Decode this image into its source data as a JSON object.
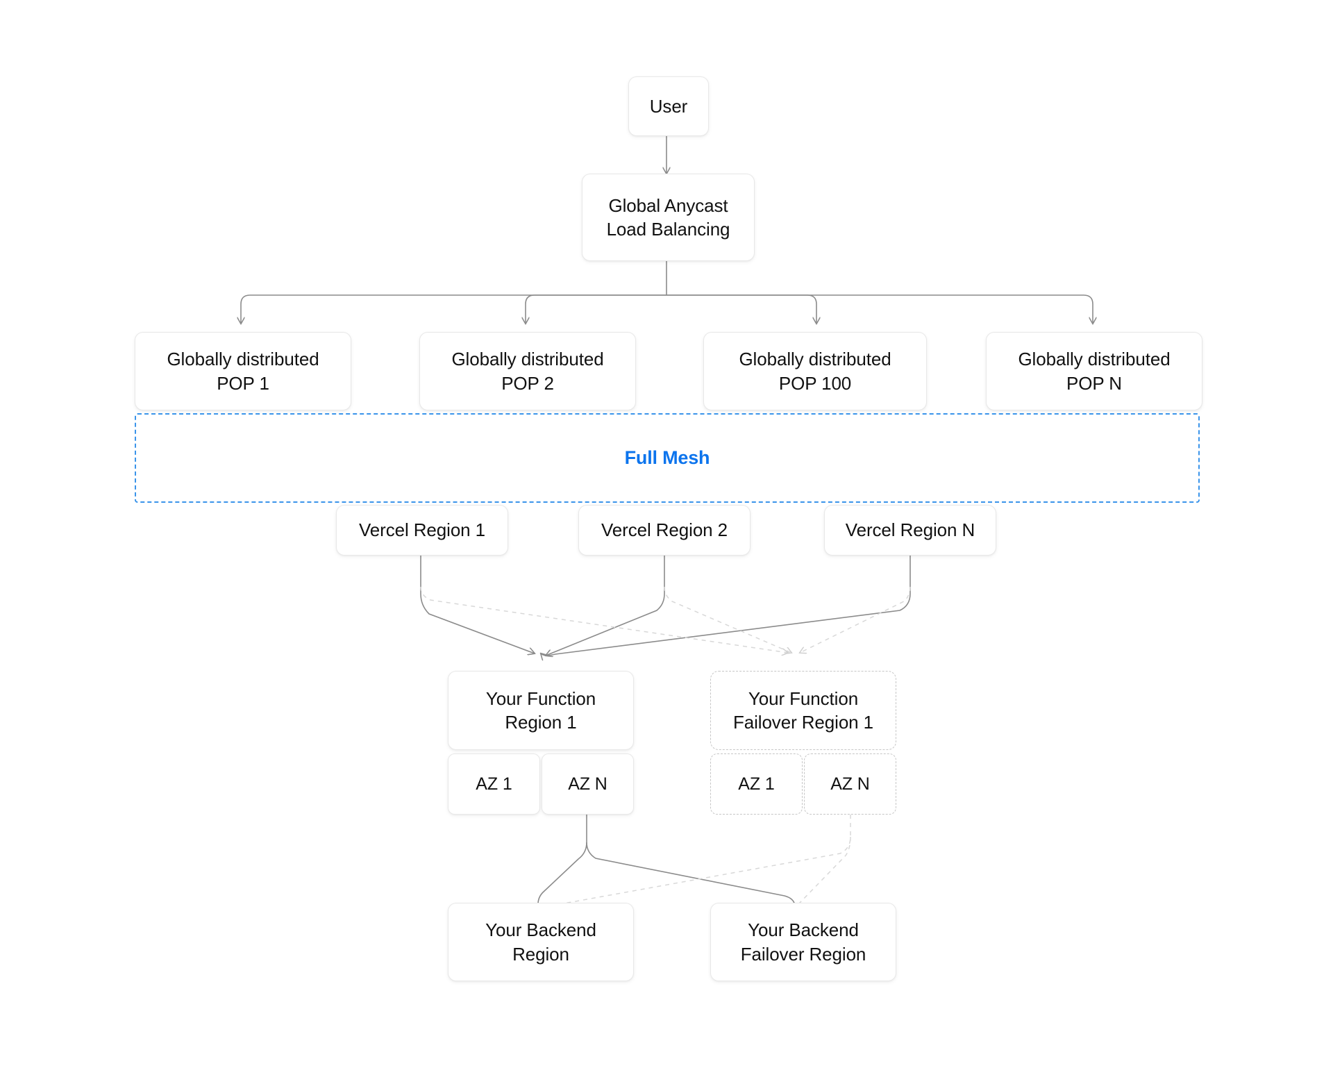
{
  "diagram": {
    "title": "Vercel global request routing and failover architecture",
    "background_color": "#ffffff",
    "node_border_color": "#e8e8e8",
    "dashed_node_border_color": "#c6c6c6",
    "edge_color": "#8b8b8b",
    "dashed_edge_color": "#d8d8d8",
    "accent_color": "#0c74ed",
    "mesh_border_color": "#3a94ea"
  },
  "nodes": {
    "user": {
      "label": "User"
    },
    "anycast": {
      "label": "Global Anycast\nLoad Balancing"
    },
    "pop1": {
      "label": "Globally distributed\nPOP 1"
    },
    "pop2": {
      "label": "Globally distributed\nPOP 2"
    },
    "pop100": {
      "label": "Globally distributed\nPOP 100"
    },
    "popn": {
      "label": "Globally distributed\nPOP N"
    },
    "mesh": {
      "label": "Full Mesh"
    },
    "region1": {
      "label": "Vercel Region 1"
    },
    "region2": {
      "label": "Vercel Region 2"
    },
    "regionn": {
      "label": "Vercel Region N"
    },
    "fn_region1": {
      "label": "Your Function\nRegion 1"
    },
    "fn_failover1": {
      "label": "Your Function\nFailover Region 1"
    },
    "fn_az1": {
      "label": "AZ 1"
    },
    "fn_azn": {
      "label": "AZ N"
    },
    "fo_az1": {
      "label": "AZ 1"
    },
    "fo_azn": {
      "label": "AZ N"
    },
    "backend": {
      "label": "Your Backend\nRegion"
    },
    "backend_failover": {
      "label": "Your Backend\nFailover Region"
    }
  },
  "chart_data": {
    "type": "diagram",
    "title": "Vercel global request routing and failover architecture",
    "layout": "top-down flow",
    "levels": [
      {
        "name": "entry",
        "nodes": [
          "User"
        ]
      },
      {
        "name": "load-balancing",
        "nodes": [
          "Global Anycast Load Balancing"
        ]
      },
      {
        "name": "edge-pops",
        "nodes": [
          "Globally distributed POP 1",
          "Globally distributed POP 2",
          "Globally distributed POP 100",
          "Globally distributed POP N"
        ]
      },
      {
        "name": "mesh",
        "nodes": [
          "Full Mesh"
        ]
      },
      {
        "name": "vercel-regions",
        "nodes": [
          "Vercel Region 1",
          "Vercel Region 2",
          "Vercel Region N"
        ]
      },
      {
        "name": "function-regions",
        "nodes": [
          "Your Function Region 1",
          "Your Function Failover Region 1"
        ]
      },
      {
        "name": "availability-zones",
        "nodes": [
          "AZ 1",
          "AZ N",
          "AZ 1",
          "AZ N"
        ]
      },
      {
        "name": "backends",
        "nodes": [
          "Your Backend Region",
          "Your Backend Failover Region"
        ]
      }
    ],
    "edges": [
      {
        "from": "User",
        "to": "Global Anycast Load Balancing",
        "style": "solid"
      },
      {
        "from": "Global Anycast Load Balancing",
        "to": "Globally distributed POP 1",
        "style": "solid"
      },
      {
        "from": "Global Anycast Load Balancing",
        "to": "Globally distributed POP 2",
        "style": "solid"
      },
      {
        "from": "Global Anycast Load Balancing",
        "to": "Globally distributed POP 100",
        "style": "solid"
      },
      {
        "from": "Global Anycast Load Balancing",
        "to": "Globally distributed POP N",
        "style": "solid"
      },
      {
        "from": "Vercel Region 1",
        "to": "Your Function Region 1",
        "style": "solid"
      },
      {
        "from": "Vercel Region 2",
        "to": "Your Function Region 1",
        "style": "solid"
      },
      {
        "from": "Vercel Region N",
        "to": "Your Function Region 1",
        "style": "solid"
      },
      {
        "from": "Vercel Region 1",
        "to": "Your Function Failover Region 1",
        "style": "dashed"
      },
      {
        "from": "Vercel Region 2",
        "to": "Your Function Failover Region 1",
        "style": "dashed"
      },
      {
        "from": "Vercel Region N",
        "to": "Your Function Failover Region 1",
        "style": "dashed"
      },
      {
        "from": "AZ N (Function Region 1)",
        "to": "Your Backend Region",
        "style": "solid"
      },
      {
        "from": "AZ N (Function Region 1)",
        "to": "Your Backend Failover Region",
        "style": "solid"
      },
      {
        "from": "AZ N (Failover Region 1)",
        "to": "Your Backend Region",
        "style": "dashed"
      },
      {
        "from": "AZ N (Failover Region 1)",
        "to": "Your Backend Failover Region",
        "style": "dashed"
      }
    ],
    "groups": [
      {
        "name": "Full Mesh",
        "contains": [
          "Globally distributed POP 1",
          "Globally distributed POP 2",
          "Globally distributed POP 100",
          "Globally distributed POP N",
          "Vercel Region 1",
          "Vercel Region 2",
          "Vercel Region N"
        ],
        "border": "dashed blue"
      }
    ]
  }
}
